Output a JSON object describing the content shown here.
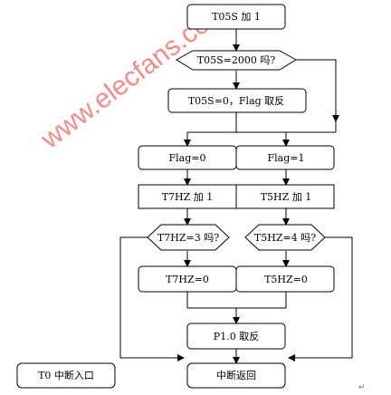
{
  "watermark": "www.elecfans.com",
  "return_mark": "↵",
  "colors": {
    "stroke": "#000000",
    "watermark": "#e8302a"
  },
  "nodes": {
    "inc_t05s": "T05S 加 1",
    "dec_t05s": "T05S=2000 吗?",
    "reset_flag": "T05S=0，Flag 取反",
    "flag0": "Flag=0",
    "flag1": "Flag=1",
    "inc_t7hz": "T7HZ 加 1",
    "inc_t5hz": "T5HZ 加 1",
    "dec_t7hz": "T7HZ=3 吗?",
    "dec_t5hz": "T5HZ=4 吗?",
    "clr_t7hz": "T7HZ=0",
    "clr_t5hz": "T5HZ=0",
    "toggle_p10": "P1.0 取反",
    "isr_return": "中断返回",
    "isr_entry": "T0 中断入口"
  }
}
